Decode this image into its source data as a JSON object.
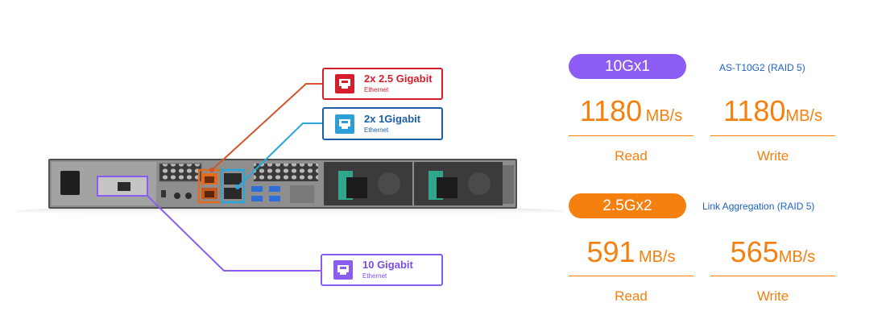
{
  "callouts": {
    "red": {
      "title": "2x 2.5 Gigabit",
      "subtitle": "Ethernet",
      "icon": "ethernet-port-icon",
      "color": "#d21f2b"
    },
    "blue": {
      "title": "2x 1Gigabit",
      "subtitle": "Ethernet",
      "icon": "ethernet-port-icon",
      "color": "#1b5fa8"
    },
    "purple": {
      "title": "10 Gigabit",
      "subtitle": "Ethernet",
      "icon": "ethernet-port-icon",
      "color": "#8a5cf0"
    }
  },
  "benchmarks": [
    {
      "pill": "10Gx1",
      "pill_color": "#8d5cf5",
      "caption": "AS-T10G2 (RAID 5)",
      "read": {
        "value": "1180",
        "unit": "MB/s",
        "label": "Read"
      },
      "write": {
        "value": "1180",
        "unit": "MB/s",
        "label": "Write"
      }
    },
    {
      "pill": "2.5Gx2",
      "pill_color": "#f5800f",
      "caption": "Link Aggregation (RAID 5)",
      "read": {
        "value": "591",
        "unit": "MB/s",
        "label": "Read"
      },
      "write": {
        "value": "565",
        "unit": "MB/s",
        "label": "Write"
      }
    }
  ],
  "colors": {
    "accent_orange": "#f5800f",
    "accent_purple": "#8d5cf5",
    "caption_blue": "#1d63c4"
  }
}
